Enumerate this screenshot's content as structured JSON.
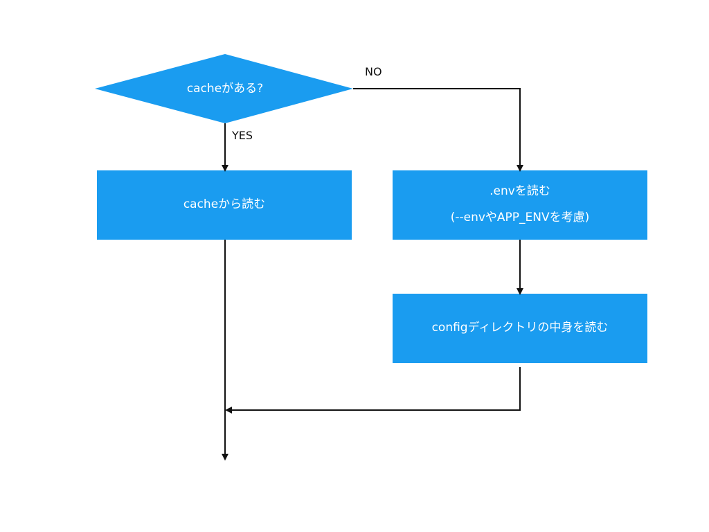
{
  "colors": {
    "node_fill": "#1a9cf0",
    "node_text": "#ffffff",
    "line": "#111111",
    "background": "#ffffff"
  },
  "nodes": {
    "decision": {
      "label": "cacheがある?"
    },
    "read_cache": {
      "label": "cacheから読む"
    },
    "read_env": {
      "line1": ".envを読む",
      "line2": "(--envやAPP_ENVを考慮)"
    },
    "read_config": {
      "label": "configディレクトリの中身を読む"
    }
  },
  "edges": {
    "yes_label": "YES",
    "no_label": "NO"
  }
}
